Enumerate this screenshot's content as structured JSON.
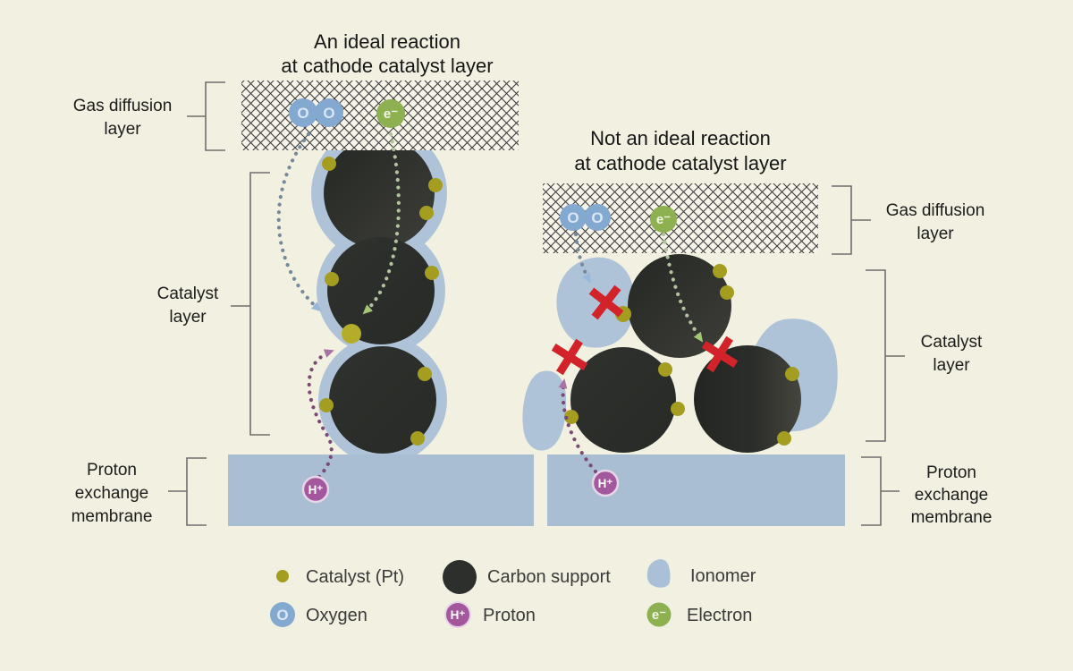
{
  "titles": {
    "left": [
      "An ideal reaction",
      "at cathode catalyst layer"
    ],
    "right": [
      "Not an ideal reaction",
      "at cathode catalyst layer"
    ]
  },
  "layer_labels": {
    "gas_diffusion": [
      "Gas diffusion",
      "layer"
    ],
    "catalyst": [
      "Catalyst",
      "layer"
    ],
    "membrane": [
      "Proton",
      "exchange",
      "membrane"
    ]
  },
  "particles": {
    "oxygen": "O",
    "electron": "e⁻",
    "proton": "H⁺"
  },
  "legend": {
    "row1": [
      {
        "label": "Catalyst (Pt)"
      },
      {
        "label": "Carbon support"
      },
      {
        "label": "Ionomer"
      }
    ],
    "row2": [
      {
        "label": "Oxygen"
      },
      {
        "label": "Proton"
      },
      {
        "label": "Electron"
      }
    ]
  },
  "colors": {
    "background": "#f2f0e1",
    "carbon": "#2d2f2c",
    "ionomer": "#afc3d8",
    "membrane": "#a9bdd3",
    "platinum": "#a49d20",
    "platinum_active": "#b5ad29",
    "oxygen": "#84a9d0",
    "electron": "#8db150",
    "proton": "#a3589e",
    "blocked_x": "#d2232b",
    "hatch_line": "#3d3d3d",
    "oxygen_path": "#75899b",
    "electron_path": "#b2c49e",
    "proton_path": "#794a75",
    "bracket": "#6e6e6e"
  }
}
